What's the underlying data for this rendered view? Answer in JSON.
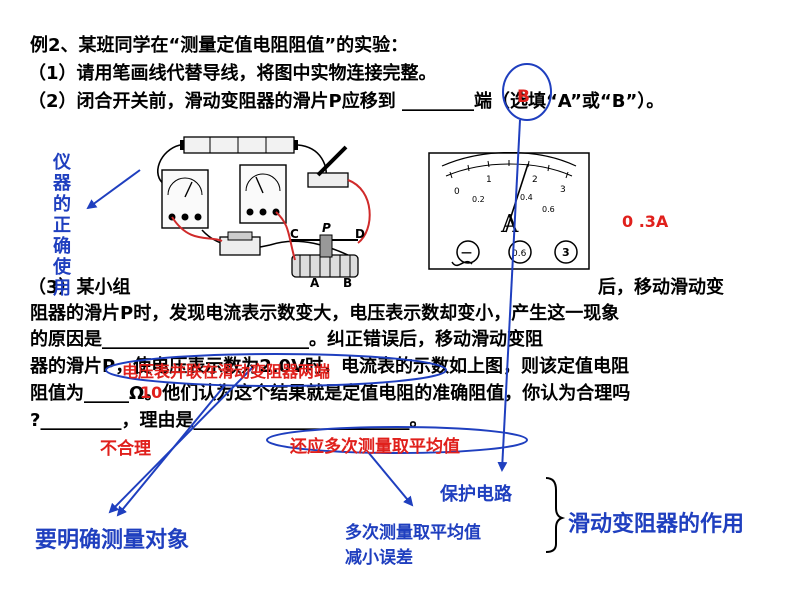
{
  "lines": {
    "title": "例2、某班同学在“测量定值电阻阻值”的实验：",
    "q1": "（1）请用笔画线代替导线，将图中实物连接完整。",
    "q2": "（2）闭合开关前，滑动变阻器的滑片P应移到 ________端（选填“A”或“B”）。",
    "q3a": "（3）某小组",
    "q3b": "后，移动滑动变",
    "q3c": "阻器的滑片P时，发现电流表示数变大，电压表示数却变小，产生这一现象",
    "q3d": "的原因是_______________________。纠正错误后，移动滑动变阻",
    "q3e": "器的滑片P，使电压表示数为2.0V时，电流表的示数如上图，则该定值电阻",
    "q3f": "阻值为_____Ω。他们认为这个结果就是定值电阻的准确阻值，你认为合理吗",
    "q3g": "?_________，理由是________________________。"
  },
  "annotations": {
    "answer_b": "B",
    "ammeter_reading": "0 .3A",
    "vertical_note": "仪器的正确使用",
    "cause": "电压表并联在滑动变阻器两端",
    "resistance": "10",
    "unreasonable": "不合理",
    "reason": "还应多次测量取平均值",
    "protect_circuit": "保护电路",
    "multiple_measure": "多次测量取平均值",
    "reduce_error": "减小误差",
    "rheostat_role": "滑动变阻器的作用",
    "clear_object": "要明确测量对象"
  },
  "figure_labels": {
    "c": "C",
    "p": "P",
    "d": "D",
    "a": "A",
    "b": "B",
    "ammeter_unit": "A",
    "scale_0": "0",
    "scale_1": "1",
    "scale_2": "2",
    "scale_3": "3",
    "scale_02": "0.2",
    "scale_04": "0.4",
    "scale_06": "0.6",
    "term_minus": "—",
    "term_06": "0.6",
    "term_3": "3"
  },
  "colors": {
    "annotation_red": "#e0201c",
    "annotation_blue": "#1f3fbf",
    "wire_red": "#d02a2a"
  }
}
